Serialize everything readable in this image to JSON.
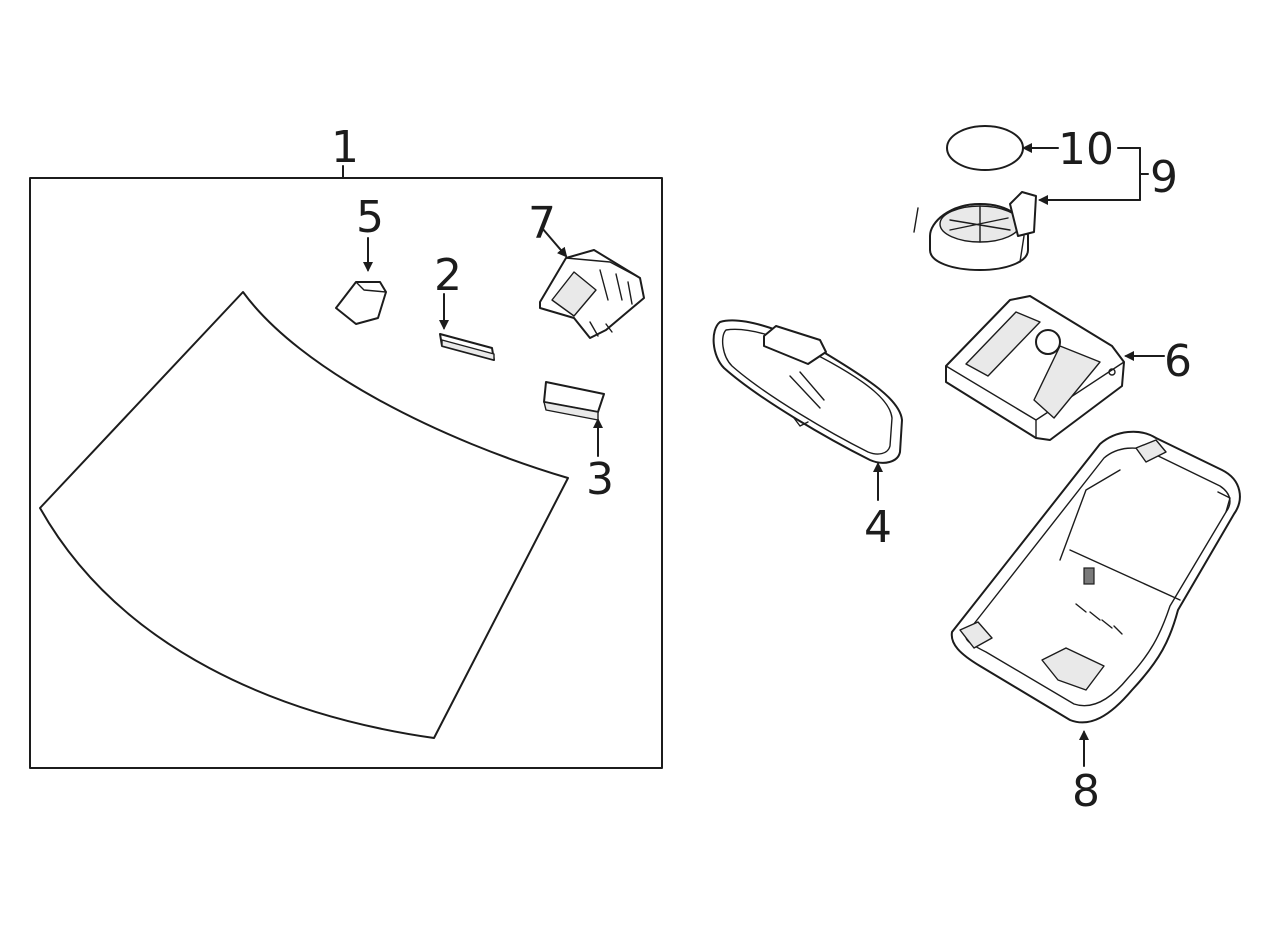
{
  "diagram": {
    "callouts": [
      {
        "id": "label-1",
        "text": "1"
      },
      {
        "id": "label-2",
        "text": "2"
      },
      {
        "id": "label-3",
        "text": "3"
      },
      {
        "id": "label-4",
        "text": "4"
      },
      {
        "id": "label-5",
        "text": "5"
      },
      {
        "id": "label-6",
        "text": "6"
      },
      {
        "id": "label-7",
        "text": "7"
      },
      {
        "id": "label-8",
        "text": "8"
      },
      {
        "id": "label-9",
        "text": "9"
      },
      {
        "id": "label-10",
        "text": "10"
      }
    ],
    "colors": {
      "line": "#1c1c1c",
      "background": "#ffffff"
    }
  }
}
